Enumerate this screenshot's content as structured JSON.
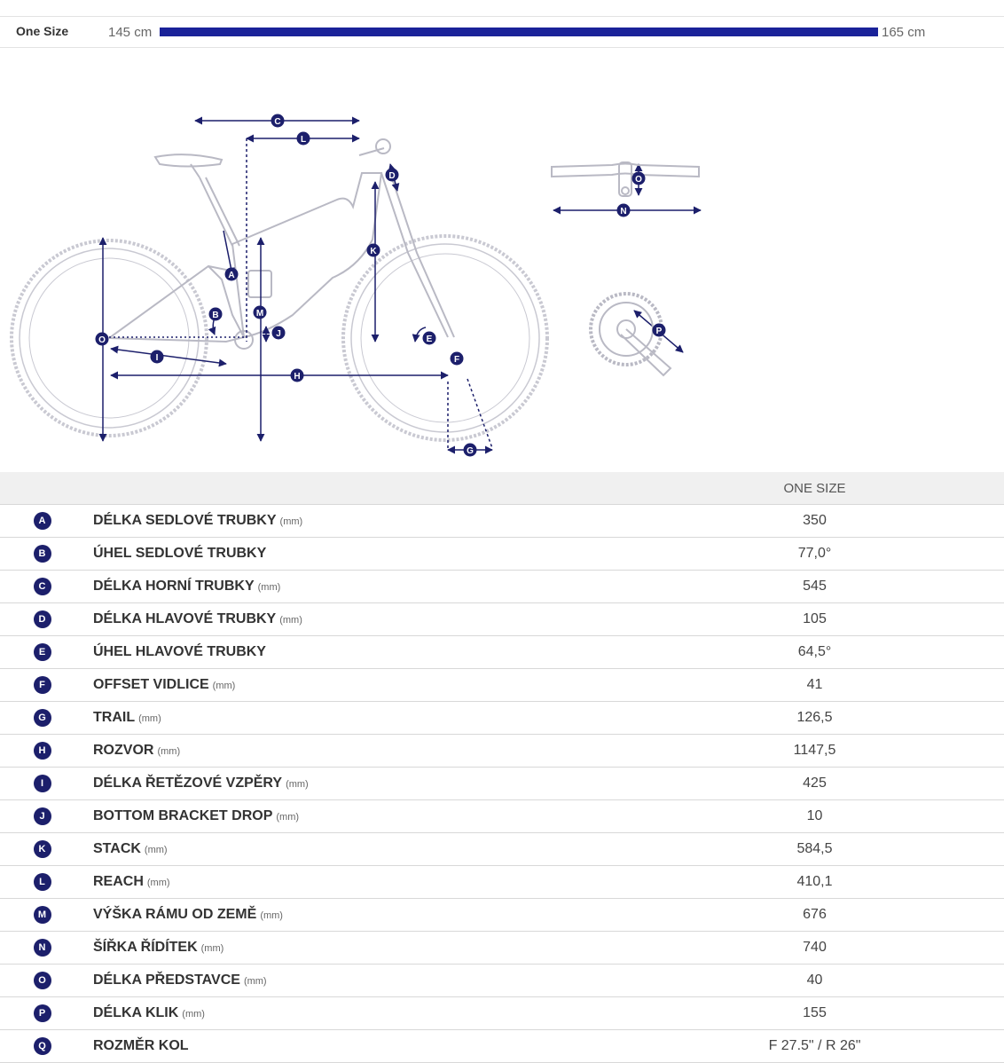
{
  "size_selector": {
    "name": "One Size",
    "min_label": "145 cm",
    "max_label": "165 cm"
  },
  "diagram": {
    "labels": {
      "a": "A",
      "b": "B",
      "c": "C",
      "d": "D",
      "e": "E",
      "f": "F",
      "g": "G",
      "h": "H",
      "i": "I",
      "j": "J",
      "k": "K",
      "l": "L",
      "m": "M",
      "n": "N",
      "o1": "O",
      "o2": "O",
      "p": "P"
    }
  },
  "table": {
    "column_header": "ONE SIZE",
    "rows": [
      {
        "letter": "A",
        "label": "DÉLKA SEDLOVÉ TRUBKY",
        "unit": "(mm)",
        "value": "350"
      },
      {
        "letter": "B",
        "label": "ÚHEL SEDLOVÉ TRUBKY",
        "unit": "",
        "value": "77,0°"
      },
      {
        "letter": "C",
        "label": "DÉLKA HORNÍ TRUBKY",
        "unit": "(mm)",
        "value": "545"
      },
      {
        "letter": "D",
        "label": "DÉLKA HLAVOVÉ TRUBKY",
        "unit": "(mm)",
        "value": "105"
      },
      {
        "letter": "E",
        "label": "ÚHEL HLAVOVÉ TRUBKY",
        "unit": "",
        "value": "64,5°"
      },
      {
        "letter": "F",
        "label": "OFFSET VIDLICE",
        "unit": "(mm)",
        "value": "41"
      },
      {
        "letter": "G",
        "label": "TRAIL",
        "unit": "(mm)",
        "value": "126,5"
      },
      {
        "letter": "H",
        "label": "ROZVOR",
        "unit": "(mm)",
        "value": "1147,5"
      },
      {
        "letter": "I",
        "label": "DÉLKA ŘETĚZOVÉ VZPĚRY",
        "unit": "(mm)",
        "value": "425"
      },
      {
        "letter": "J",
        "label": "BOTTOM BRACKET DROP",
        "unit": "(mm)",
        "value": "10"
      },
      {
        "letter": "K",
        "label": "STACK",
        "unit": "(mm)",
        "value": "584,5"
      },
      {
        "letter": "L",
        "label": "REACH",
        "unit": "(mm)",
        "value": "410,1"
      },
      {
        "letter": "M",
        "label": "VÝŠKA RÁMU OD ZEMĚ",
        "unit": "(mm)",
        "value": "676"
      },
      {
        "letter": "N",
        "label": "ŠÍŘKA ŘÍDÍTEK",
        "unit": "(mm)",
        "value": "740"
      },
      {
        "letter": "O",
        "label": "DÉLKA PŘEDSTAVCE",
        "unit": "(mm)",
        "value": "40"
      },
      {
        "letter": "P",
        "label": "DÉLKA KLIK",
        "unit": "(mm)",
        "value": "155"
      },
      {
        "letter": "Q",
        "label": "ROZMĚR KOL",
        "unit": "",
        "value": "F 27.5\" / R 26\""
      }
    ]
  },
  "colors": {
    "accent": "#1a2299",
    "badge": "#1c1f6b",
    "header_bg": "#f0f0f0"
  }
}
